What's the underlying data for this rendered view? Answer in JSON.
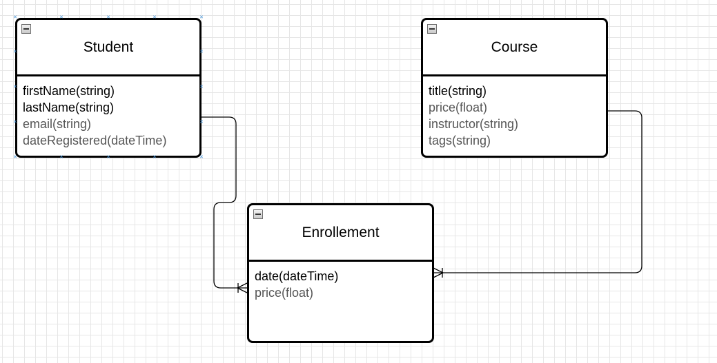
{
  "colors": {
    "border": "#000000",
    "attr_primary": "#000000",
    "attr_secondary": "#555555",
    "selection_handle": "#3d8fd6",
    "grid": "#e6e6e6",
    "background": "#ffffff"
  },
  "icons": {
    "collapse": "collapse-icon",
    "selection_handle": "x-handle-icon"
  },
  "entities": {
    "student": {
      "title": "Student",
      "attributes": [
        {
          "text": "firstName(string)",
          "style": "primary"
        },
        {
          "text": "lastName(string)",
          "style": "primary"
        },
        {
          "text": "email(string)",
          "style": "secondary"
        },
        {
          "text": "dateRegistered(dateTime)",
          "style": "secondary"
        }
      ],
      "selected": true
    },
    "course": {
      "title": "Course",
      "attributes": [
        {
          "text": "title(string)",
          "style": "primary"
        },
        {
          "text": "price(float)",
          "style": "secondary"
        },
        {
          "text": "instructor(string)",
          "style": "secondary"
        },
        {
          "text": "tags(string)",
          "style": "secondary"
        }
      ],
      "selected": false
    },
    "enrollement": {
      "title": "Enrollement",
      "attributes": [
        {
          "text": "date(dateTime)",
          "style": "primary"
        },
        {
          "text": "price(float)",
          "style": "secondary"
        }
      ],
      "selected": false
    }
  },
  "relations": [
    {
      "from": "Student",
      "to": "Enrollement",
      "to_cardinality": "one-or-many"
    },
    {
      "from": "Course",
      "to": "Enrollement",
      "to_cardinality": "one-or-many"
    }
  ]
}
